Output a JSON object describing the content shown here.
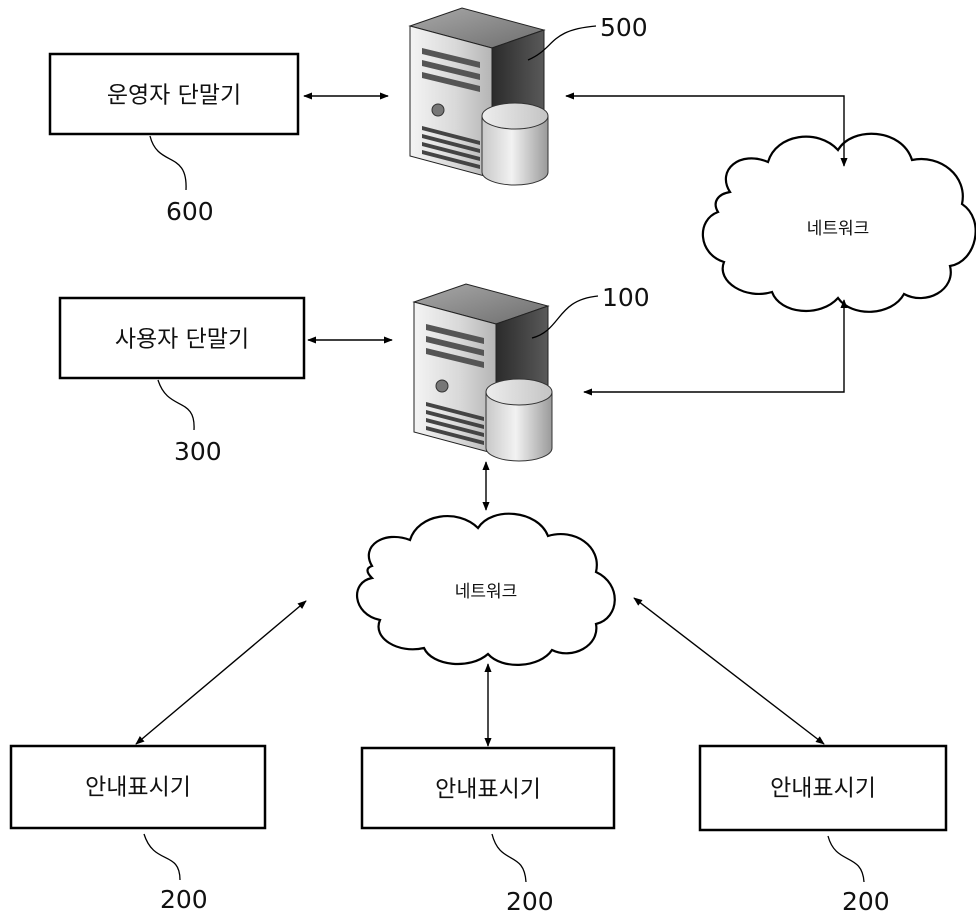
{
  "labels": {
    "operator_terminal": "운영자 단말기",
    "user_terminal": "사용자 단말기",
    "network_top": "네트워크",
    "network_bottom": "네트워크",
    "display_left": "안내표시기",
    "display_center": "안내표시기",
    "display_right": "안내표시기"
  },
  "refs": {
    "server_top": "500",
    "server_bottom": "100",
    "operator_terminal": "600",
    "user_terminal": "300",
    "display_left": "200",
    "display_center": "200",
    "display_right": "200"
  },
  "icons": {
    "server": "server-with-database-icon",
    "network": "cloud-icon"
  },
  "colors": {
    "line": "#000000",
    "box_fill": "#ffffff",
    "server_dark": "#3a3a3a",
    "server_light": "#e6e6e6"
  }
}
